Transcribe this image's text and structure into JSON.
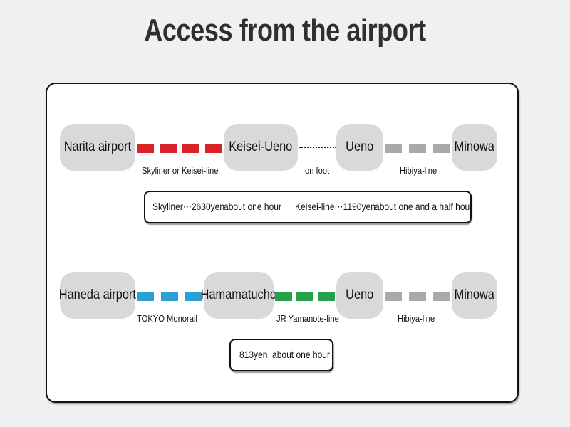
{
  "title": "Access from the airport",
  "colors": {
    "skyliner": "#d8232a",
    "monorail": "#2a9fd6",
    "yamanote": "#27a04a",
    "hibiya": "#a9a9a9"
  },
  "narita_route": {
    "stations": [
      "Narita airport",
      "Keisei-Ueno",
      "Ueno",
      "Minowa"
    ],
    "lines": [
      "Skyliner or Keisei-line",
      "on foot",
      "Hibiya-line"
    ],
    "fares": {
      "skyliner_fare": "Skyliner⋯2630yen",
      "skyliner_time": "about one hour",
      "keisei_fare": "Keisei-line⋯1190yen",
      "keisei_time": "about one and a half hour"
    }
  },
  "haneda_route": {
    "stations": [
      "Haneda airport",
      "Hamamatucho",
      "Ueno",
      "Minowa"
    ],
    "lines": [
      "TOKYO Monorail",
      "JR Yamanote-line",
      "Hibiya-line"
    ],
    "fares": {
      "fare": "813yen",
      "time": "about one hour"
    }
  }
}
